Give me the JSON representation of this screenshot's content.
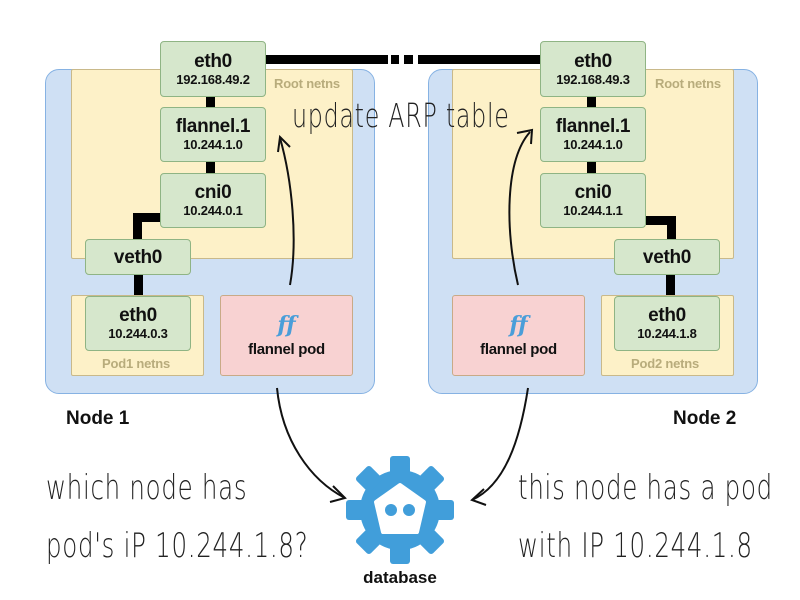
{
  "diagram": {
    "nodes": [
      {
        "title": "Node 1",
        "root_netns_label": "Root netns",
        "eth0": {
          "name": "eth0",
          "ip": "192.168.49.2"
        },
        "flannel": {
          "name": "flannel.1",
          "ip": "10.244.1.0"
        },
        "cni0": {
          "name": "cni0",
          "ip": "10.244.0.1"
        },
        "veth0": {
          "name": "veth0"
        },
        "pod": {
          "netns_label": "Pod1 netns",
          "eth0": {
            "name": "eth0",
            "ip": "10.244.0.3"
          }
        },
        "flannel_pod": {
          "logo": "ꞙ",
          "label": "flannel pod"
        }
      },
      {
        "title": "Node 2",
        "root_netns_label": "Root netns",
        "eth0": {
          "name": "eth0",
          "ip": "192.168.49.3"
        },
        "flannel": {
          "name": "flannel.1",
          "ip": "10.244.1.0"
        },
        "cni0": {
          "name": "cni0",
          "ip": "10.244.1.1"
        },
        "veth0": {
          "name": "veth0"
        },
        "pod": {
          "netns_label": "Pod2 netns",
          "eth0": {
            "name": "eth0",
            "ip": "10.244.1.8"
          }
        },
        "flannel_pod": {
          "logo": "ꞙ",
          "label": "flannel pod"
        }
      }
    ],
    "annotations": {
      "update_arp": "update ARP table",
      "question_line1": "which node has",
      "question_line2": "pod's iP 10.244.1.8?",
      "answer_line1": "this node has a pod",
      "answer_line2": "with IP 10.244.1.8"
    },
    "database": {
      "label": "database",
      "icon": "etcd-icon",
      "color": "#419eda"
    },
    "colors": {
      "node_bg": "#cfe0f4",
      "netns_bg": "#fdf1c8",
      "interface_bg": "#d6e7cc",
      "flannel_pod_bg": "#f8d2d2",
      "flannel_logo": "#4a9ed9"
    }
  }
}
